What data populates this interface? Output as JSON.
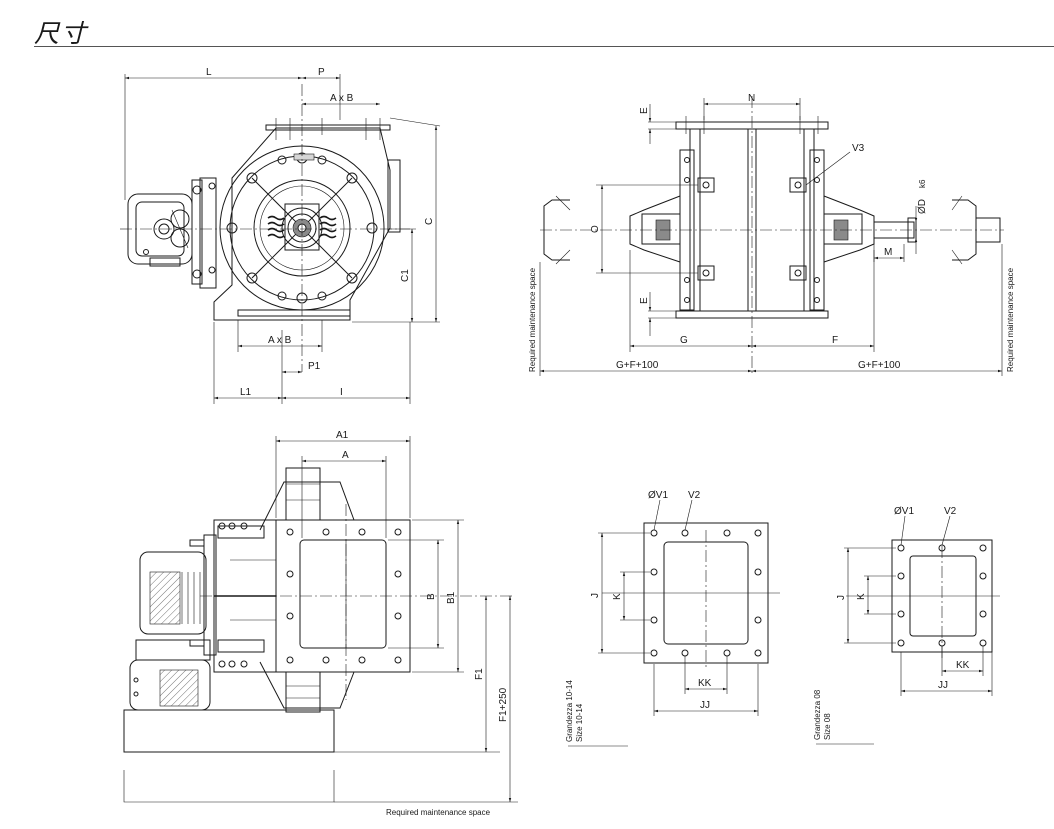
{
  "title": "尺寸",
  "front_view": {
    "labels": {
      "L": "L",
      "P": "P",
      "AxB_top": "A x B",
      "C": "C",
      "C1": "C1",
      "AxB_bottom": "A x B",
      "P1": "P1",
      "L1": "L1",
      "I": "I"
    }
  },
  "side_view": {
    "labels": {
      "N": "N",
      "E_top": "E",
      "V3": "V3",
      "OD": "ØD",
      "OD_tol": "k6",
      "O": "O",
      "M": "M",
      "E_bottom": "E",
      "G": "G",
      "F": "F",
      "GF_left": "G+F+100",
      "GF_right": "G+F+100"
    },
    "maintenance_left": "Required maintenance space",
    "maintenance_right": "Required maintenance space"
  },
  "bottom_view": {
    "labels": {
      "A1": "A1",
      "A": "A",
      "B": "B",
      "B1": "B1",
      "F1": "F1",
      "F1_250": "F1+250"
    },
    "maintenance": "Required maintenance space"
  },
  "flange_10_14": {
    "labels": {
      "OV1": "ØV1",
      "V2": "V2",
      "J": "J",
      "K": "K",
      "KK": "KK",
      "JJ": "JJ"
    },
    "size_it": "Grandezza 10-14",
    "size_en": "Size 10-14"
  },
  "flange_08": {
    "labels": {
      "OV1": "ØV1",
      "V2": "V2",
      "J": "J",
      "K": "K",
      "KK": "KK",
      "JJ": "JJ"
    },
    "size_it": "Grandezza 08",
    "size_en": "Size 08"
  }
}
